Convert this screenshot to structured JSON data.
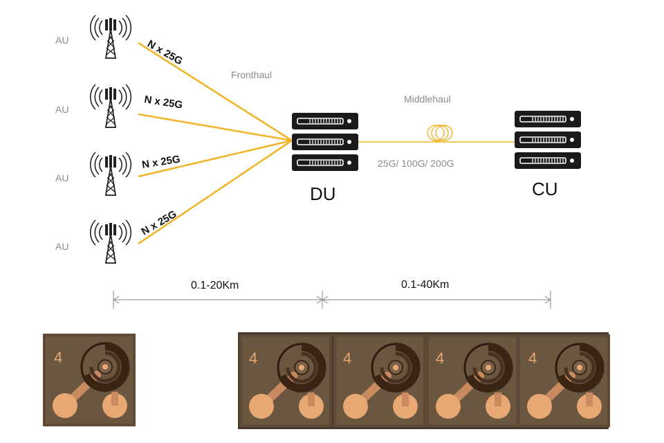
{
  "colors": {
    "link": "#f0b52a",
    "server": "#1b1b1b",
    "dimension": "#9a9a9a",
    "chip_bg": "#6b5640",
    "chip_pad": "#e7a873",
    "chip_spiral": "#3a2414"
  },
  "antennas": [
    {
      "label": "AU",
      "icon": "cell-tower-icon"
    },
    {
      "label": "AU",
      "icon": "cell-tower-icon"
    },
    {
      "label": "AU",
      "icon": "cell-tower-icon"
    },
    {
      "label": "AU",
      "icon": "cell-tower-icon"
    }
  ],
  "links": [
    {
      "label": "N x 25G"
    },
    {
      "label": "N x 25G"
    },
    {
      "label": "N x 25G"
    },
    {
      "label": "N x 25G"
    }
  ],
  "fronthaul": {
    "label": "Fronthaul"
  },
  "middlehaul": {
    "label": "Middlehaul",
    "rates": "25G/ 100G/ 200G",
    "icon": "fiber-coil-icon"
  },
  "du": {
    "label": "DU",
    "icon": "server-rack-icon"
  },
  "cu": {
    "label": "CU",
    "icon": "server-rack-icon"
  },
  "distances": [
    {
      "label": "0.1-20Km"
    },
    {
      "label": "0.1-40Km"
    }
  ],
  "chips": [
    {
      "label": "4",
      "icon": "photodetector-chip-icon"
    },
    {
      "label": "4",
      "icon": "photodetector-chip-icon"
    },
    {
      "label": "4",
      "icon": "photodetector-chip-icon"
    },
    {
      "label": "4",
      "icon": "photodetector-chip-icon"
    },
    {
      "label": "4",
      "icon": "photodetector-chip-icon"
    }
  ]
}
